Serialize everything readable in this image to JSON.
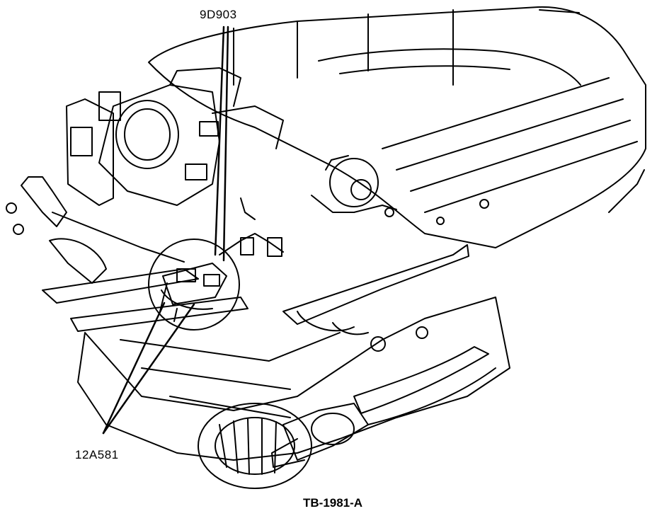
{
  "callouts": {
    "part_a": "9D903",
    "part_b": "12A581"
  },
  "figure_id": "TB-1981-A",
  "colors": {
    "ink": "#000000",
    "paper": "#ffffff"
  }
}
